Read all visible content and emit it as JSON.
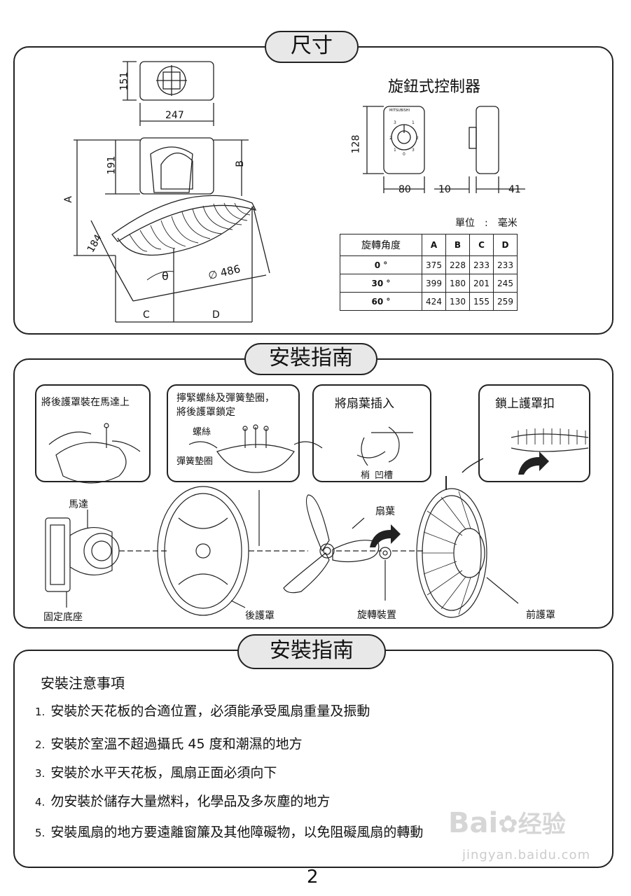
{
  "dimensions": {
    "tab_title": "尺寸",
    "fan_labels": {
      "top_h": "151",
      "top_w": "247",
      "h191": "191",
      "h184": "184",
      "A": "A",
      "B": "B",
      "C": "C",
      "D": "D",
      "theta": "θ",
      "dia": "∅ 486"
    },
    "controller": {
      "title": "旋鈕式控制器",
      "brand": "MITSUBISHI",
      "h": "128",
      "w": "80",
      "depth": "10",
      "depth2": "41"
    },
    "unit": "單位　:　毫米",
    "table": {
      "headers": [
        "旋轉角度",
        "A",
        "B",
        "C",
        "D"
      ],
      "rows": [
        {
          "angle": "0 °",
          "values": [
            "375",
            "228",
            "233",
            "233"
          ]
        },
        {
          "angle": "30 °",
          "values": [
            "399",
            "180",
            "201",
            "245"
          ]
        },
        {
          "angle": "60 °",
          "values": [
            "424",
            "130",
            "155",
            "259"
          ]
        }
      ]
    }
  },
  "install_guide": {
    "tab_title": "安裝指南",
    "steps": [
      {
        "title": "將後護罩裝在馬達上"
      },
      {
        "title": "擰緊螺絲及彈簧墊圈，",
        "title2": "將後護罩鎖定",
        "sub1": "螺絲",
        "sub2": "彈簧墊圈"
      },
      {
        "title": "將扇葉插入",
        "sub1": "梢",
        "sub2": "凹槽"
      },
      {
        "title": "鎖上護罩扣"
      }
    ],
    "parts": {
      "motor": "馬達",
      "base": "固定底座",
      "rear_guard": "後護罩",
      "blade": "扇葉",
      "spinner": "旋轉裝置",
      "front_guard": "前護罩"
    }
  },
  "notes": {
    "tab_title": "安裝指南",
    "heading": "安裝注意事項",
    "items": [
      {
        "num": "1.",
        "text": "安裝於天花板的合適位置，必須能承受風扇重量及振動"
      },
      {
        "num": "2.",
        "text": "安裝於室溫不超過攝氏 45 度和潮濕的地方"
      },
      {
        "num": "3.",
        "text": "安裝於水平天花板，風扇正面必須向下"
      },
      {
        "num": "4.",
        "text": "勿安裝於儲存大量燃料，化學品及多灰塵的地方"
      },
      {
        "num": "5.",
        "text": "安裝風扇的地方要遠離窗簾及其他障礙物，以免阻礙風扇的轉動"
      }
    ]
  },
  "watermark": {
    "brand": "Bai",
    "brand2": "经验",
    "url": "jingyan.baidu.com"
  },
  "page_number": "2"
}
